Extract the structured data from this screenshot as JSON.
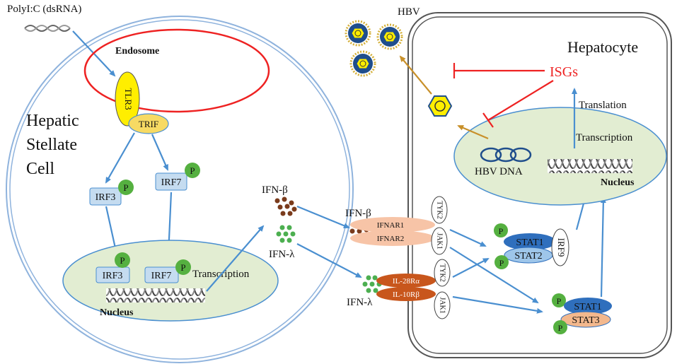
{
  "labels": {
    "polyic": "PolyI:C (dsRNA)",
    "endosome": "Endosome",
    "tlr3": "TLR3",
    "trif": "TRIF",
    "hsc_line1": "Hepatic",
    "hsc_line2": "Stellate",
    "hsc_line3": "Cell",
    "irf3": "IRF3",
    "irf7": "IRF7",
    "p": "P",
    "transcription": "Transcription",
    "nucleus": "Nucleus",
    "ifn_beta": "IFN-β",
    "ifn_lambda": "IFN-λ",
    "hbv": "HBV",
    "hepatocyte": "Hepatocyte",
    "isgs": "ISGs",
    "translation": "Translation",
    "hbv_dna": "HBV DNA",
    "ifnar1": "IFNAR1",
    "ifnar2": "IFNAR2",
    "il28ra": "IL-28Rα",
    "il10rb": "IL-10Rβ",
    "tyk2": "TYK2",
    "jak1": "JAK1",
    "stat1": "STAT1",
    "stat2": "STAT2",
    "stat3": "STAT3",
    "irf9": "IRF9"
  },
  "colors": {
    "arrow_blue": "#4a8fd0",
    "inhibit_red": "#ee2222",
    "hbv_arrow": "#c8902a",
    "nucleus_fill": "#e2edd2",
    "phospho_green": "#55b040",
    "irf_box": "#c5dcf0",
    "tlr3_yellow": "#ffee00",
    "trif_yellow": "#f7da63",
    "receptor_peach": "#f7c4a7",
    "receptor_orange": "#c8561c",
    "stat1_blue": "#2f6fbd",
    "stat2_lightblue": "#9ec6ea",
    "stat3_peach": "#f3b88d",
    "ifn_beta_dot": "#7a3b1c",
    "ifn_lambda_dot": "#4caf50"
  }
}
